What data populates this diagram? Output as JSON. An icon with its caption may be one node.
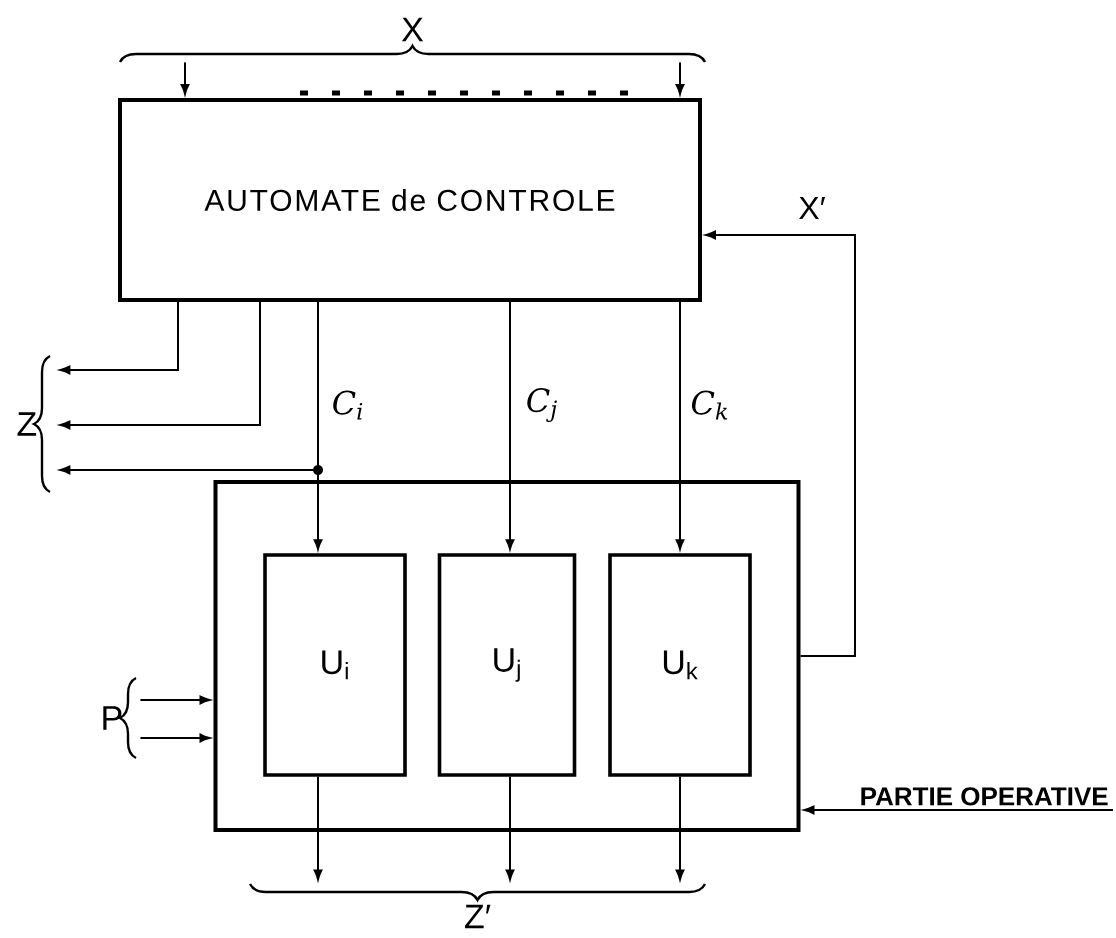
{
  "diagram": {
    "nodes": [
      {
        "text": [
          "AUTOMATE de CONTROLE"
        ]
      },
      {
        "text": [],
        "shape": "box"
      },
      {
        "text": [
          "U$_{i}$"
        ],
        "in": 1
      },
      {
        "text": [
          "U$_{j}$"
        ],
        "in": 1
      },
      {
        "text": [
          "U$_{k}$"
        ],
        "in": 1
      },
      {
        "text": [
          "PARTIE OPERATIVE"
        ]
      },
      {
        "text": [
          "X"
        ]
      },
      {
        "text": [
          "Z"
        ]
      },
      {
        "text": [
          "P"
        ]
      },
      {
        "text": [
          "Z′"
        ]
      }
    ],
    "edges": [
      {
        "from": 6,
        "to": 0,
        "arrow": "to"
      },
      {
        "from": 6,
        "to": 0,
        "arrow": "to"
      },
      {
        "from": 0,
        "to": 7,
        "arrow": "to"
      },
      {
        "from": 0,
        "to": 7,
        "arrow": "to"
      },
      {
        "from": 0,
        "to": 7,
        "arrow": "to"
      },
      {
        "from": 0,
        "to": 2,
        "arrow": "to",
        "label": "C$_{i}$"
      },
      {
        "from": 0,
        "to": 3,
        "arrow": "to",
        "label": "C$_{j}$"
      },
      {
        "from": 0,
        "to": 4,
        "arrow": "to",
        "label": "C$_{k}$"
      },
      {
        "from": 1,
        "to": 0,
        "arrow": "to",
        "label": "X′"
      },
      {
        "from": 8,
        "to": 1,
        "arrow": "to"
      },
      {
        "from": 8,
        "to": 1,
        "arrow": "to"
      },
      {
        "from": 2,
        "to": 9,
        "arrow": "to"
      },
      {
        "from": 3,
        "to": 9,
        "arrow": "to"
      },
      {
        "from": 4,
        "to": 9,
        "arrow": "to"
      },
      {
        "from": 5,
        "to": 1,
        "arrow": "to"
      }
    ]
  }
}
